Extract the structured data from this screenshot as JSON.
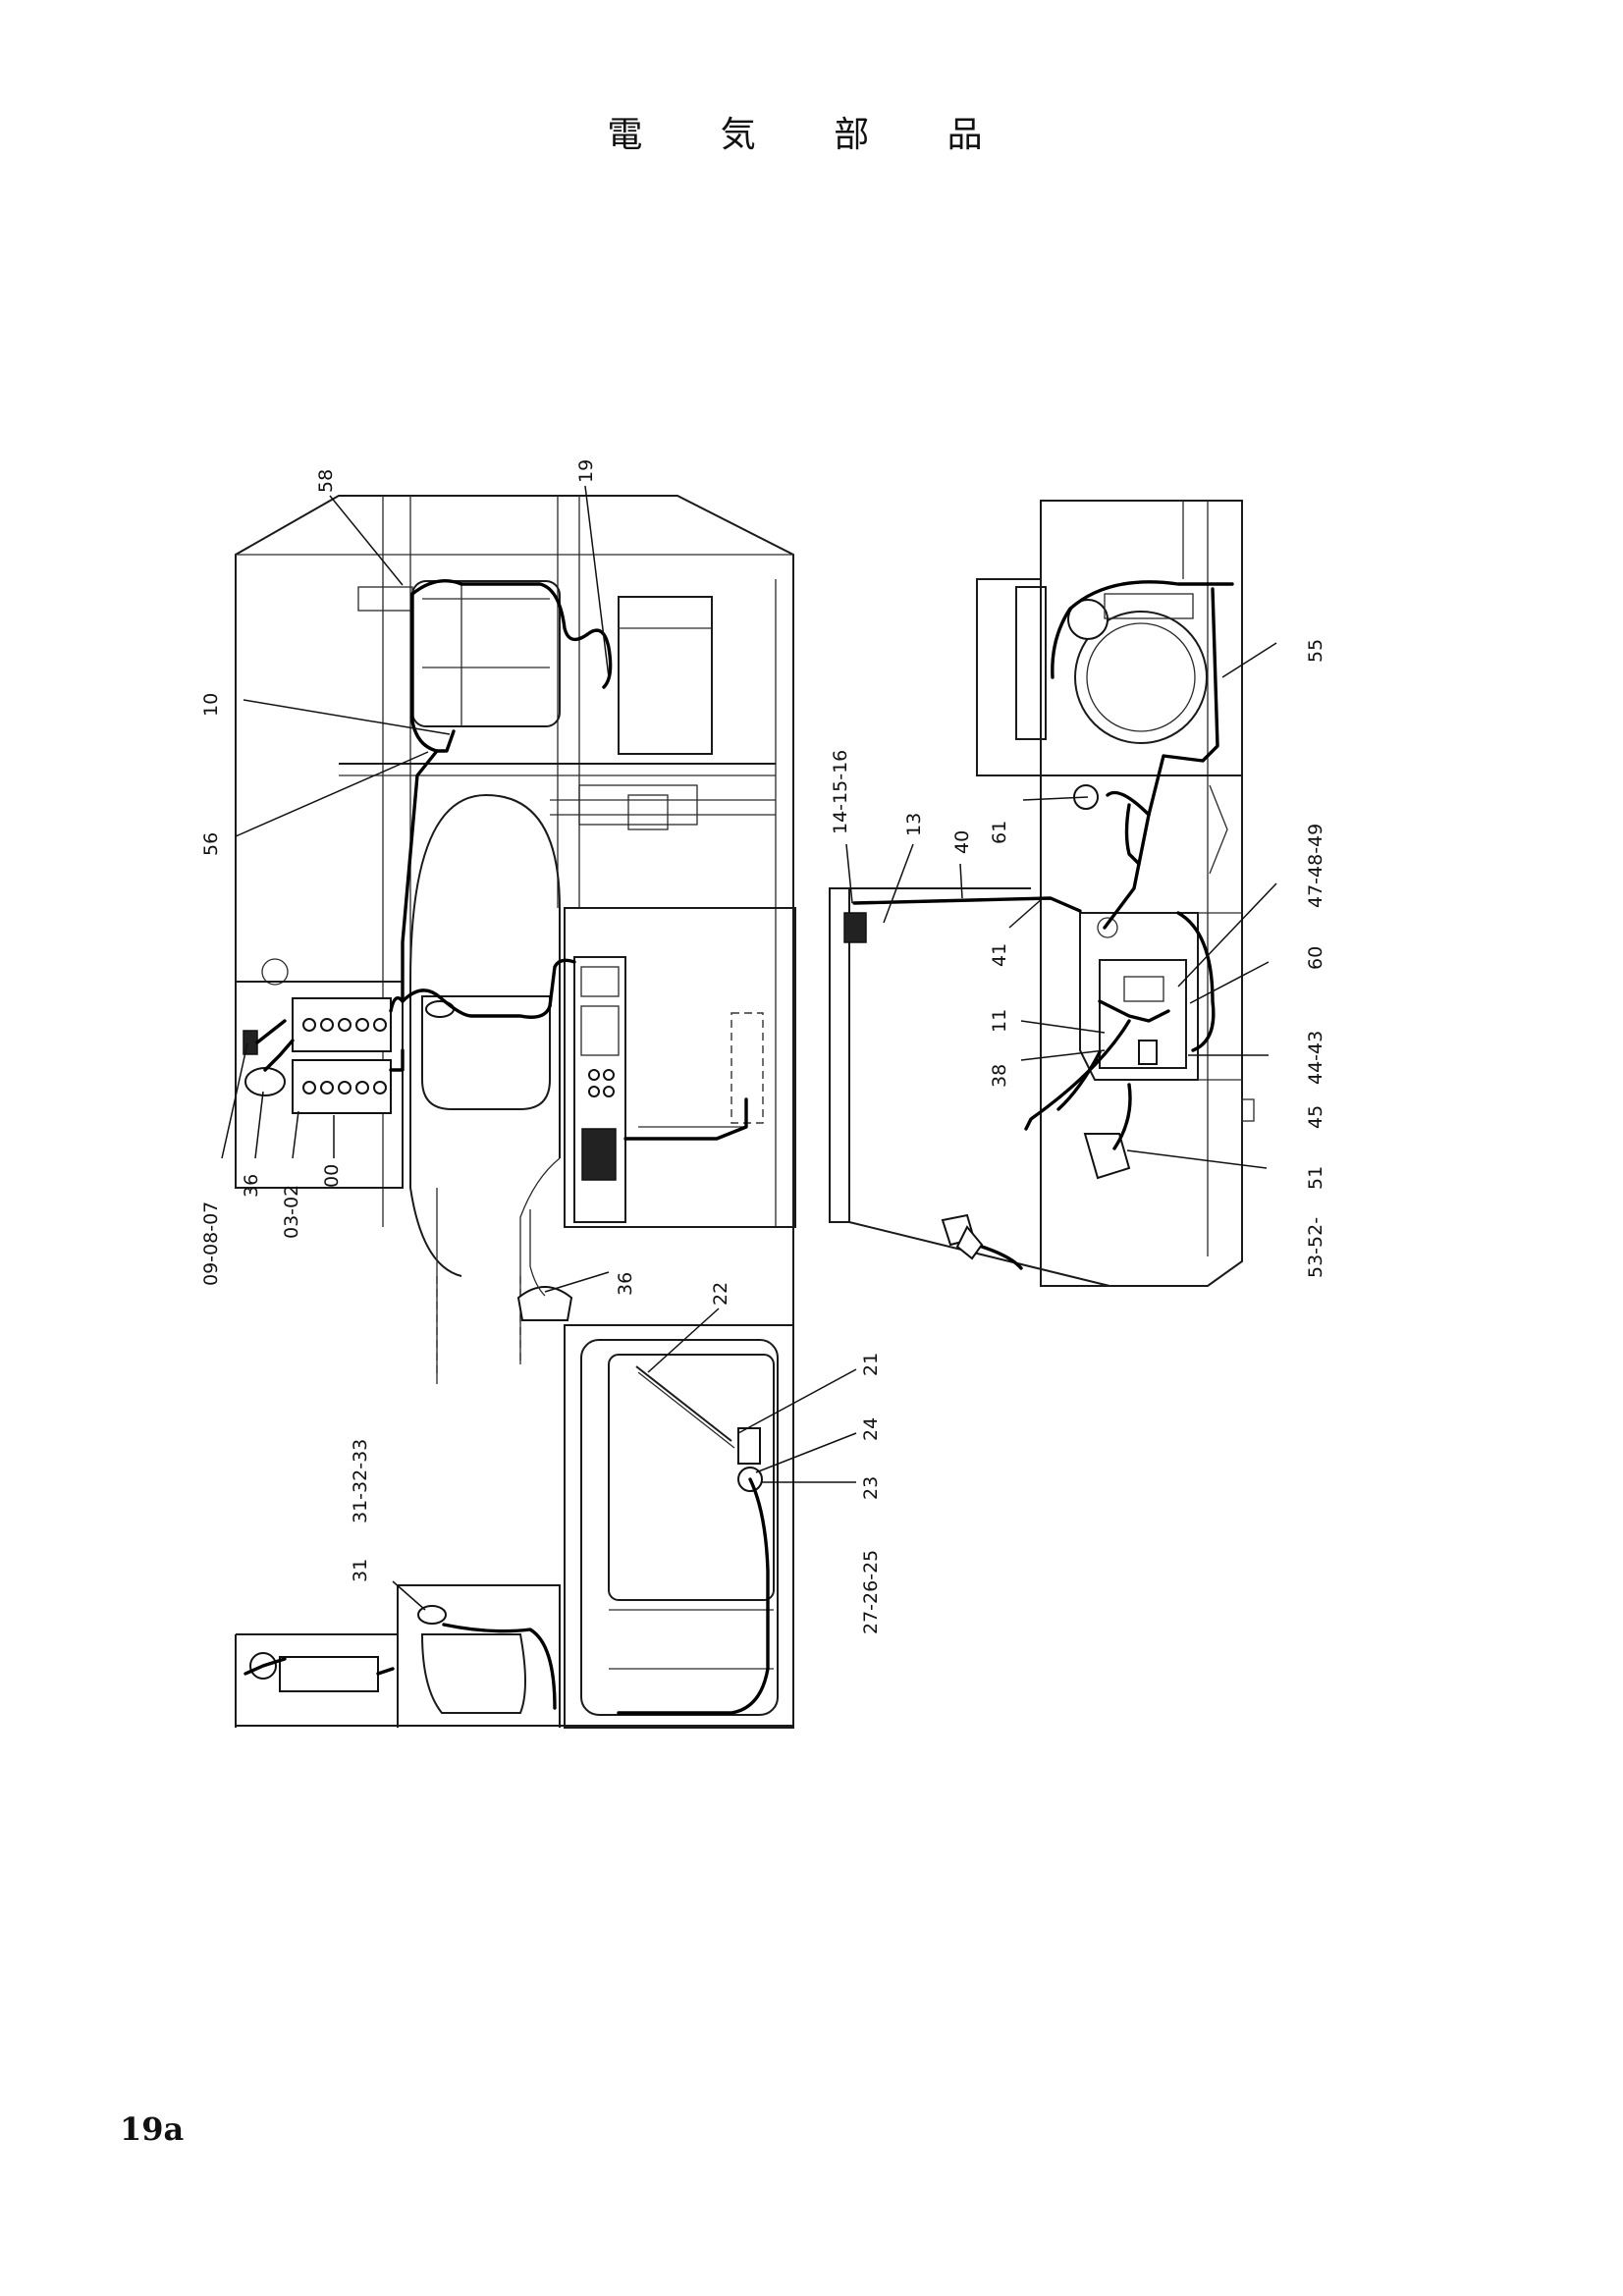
{
  "page": {
    "title": "電 気 部 品",
    "page_number": "19a"
  },
  "callouts": {
    "c58": "58",
    "c19": "19",
    "c10": "10",
    "c56": "56",
    "c09_08_07": "09-08-07",
    "c36_left": "36",
    "c03_02": "03-02",
    "c00": "00",
    "c36_bottom": "36",
    "c22": "22",
    "c21": "21",
    "c24": "24",
    "c23": "23",
    "c27_26_25": "27-26-25",
    "c31_32_33": "31-32-33",
    "c31": "31",
    "c14_15_16": "14-15-16",
    "c13": "13",
    "c40": "40",
    "c41": "41",
    "c61": "61",
    "c55": "55",
    "c47_48_49": "47-48-49",
    "c60": "60",
    "c11": "11",
    "c38": "38",
    "c44_43": "44-43",
    "c45": "45",
    "c51": "51",
    "c53_52": "53-52-"
  }
}
